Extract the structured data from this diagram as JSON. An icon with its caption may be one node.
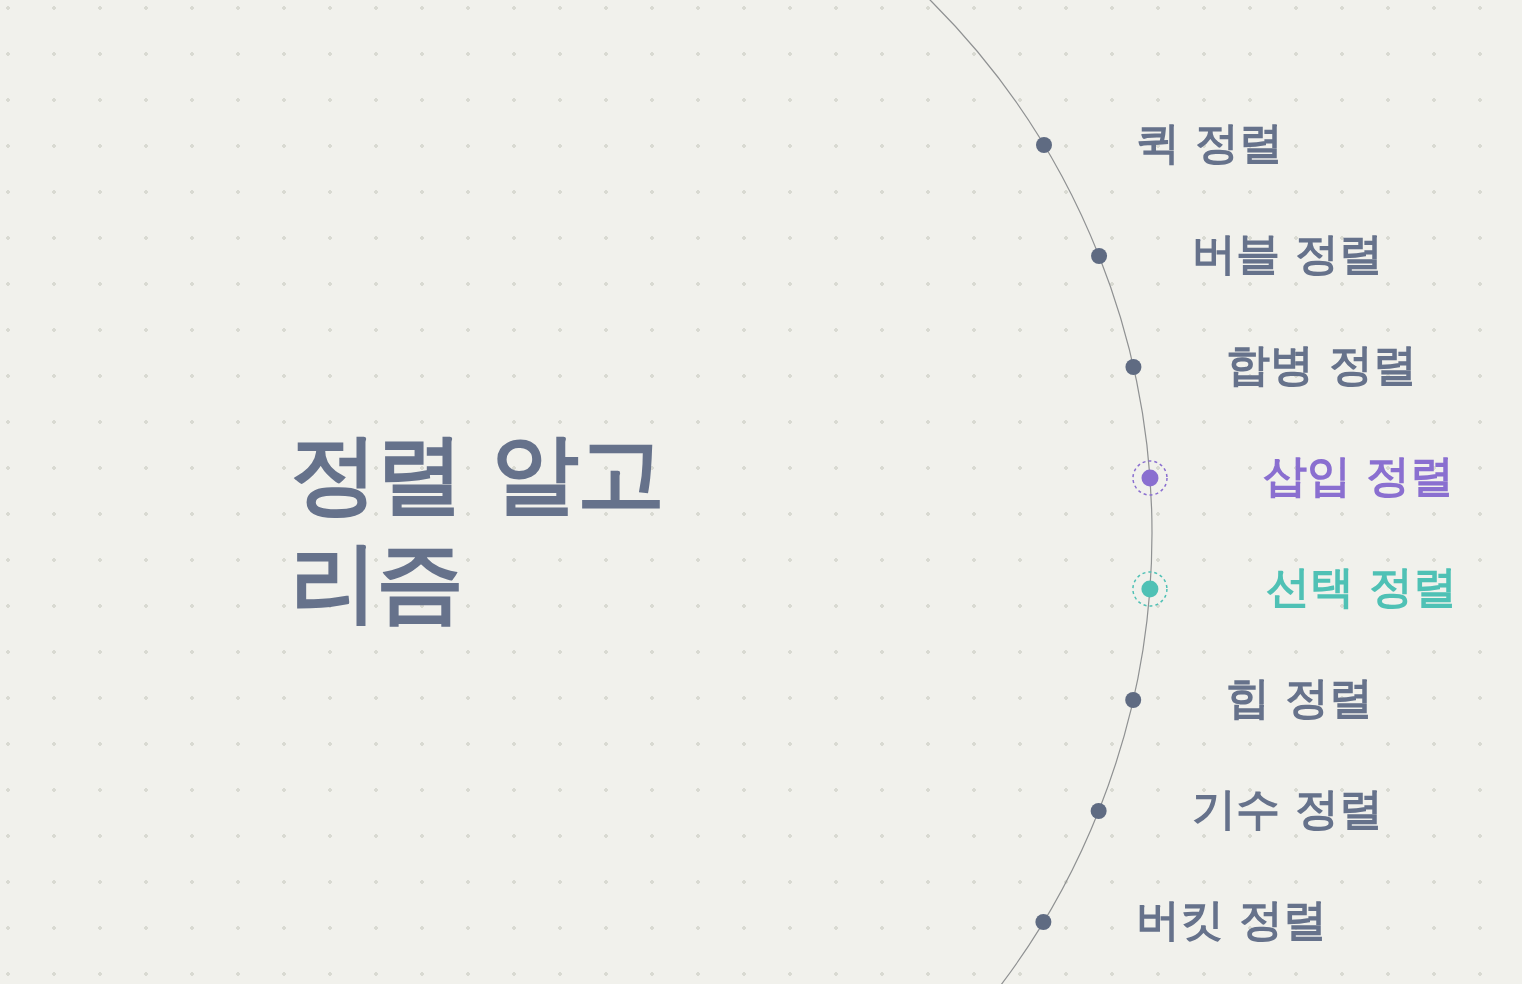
{
  "diagram": {
    "title": "정렬 알고리즘",
    "labels": [
      "퀵 정렬",
      "버블 정렬",
      "합병 정렬",
      "삽입 정렬",
      "선택 정렬",
      "힙 정렬",
      "기수 정렬",
      "버킷 정렬"
    ]
  }
}
